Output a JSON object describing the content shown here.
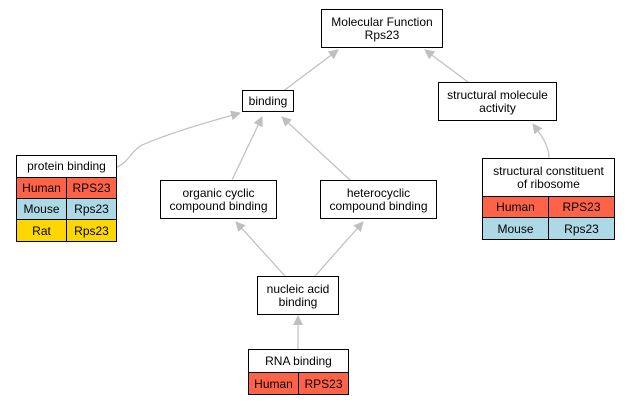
{
  "nodes": {
    "molecular_function": {
      "line1": "Molecular Function",
      "line2": "Rps23"
    },
    "binding": {
      "label": "binding"
    },
    "structural_molecule_activity": {
      "line1": "structural molecule",
      "line2": "activity"
    },
    "protein_binding": {
      "label": "protein binding"
    },
    "organic_cyclic": {
      "line1": "organic cyclic",
      "line2": "compound binding"
    },
    "heterocyclic": {
      "line1": "heterocyclic",
      "line2": "compound binding"
    },
    "structural_constituent": {
      "line1": "structural constituent",
      "line2": "of ribosome"
    },
    "nucleic_acid": {
      "line1": "nucleic acid",
      "line2": "binding"
    },
    "rna_binding": {
      "label": "RNA binding"
    }
  },
  "annotations": {
    "protein_binding": [
      {
        "species": "Human",
        "gene": "RPS23"
      },
      {
        "species": "Mouse",
        "gene": "Rps23"
      },
      {
        "species": "Rat",
        "gene": "Rps23"
      }
    ],
    "structural_constituent": [
      {
        "species": "Human",
        "gene": "RPS23"
      },
      {
        "species": "Mouse",
        "gene": "Rps23"
      }
    ],
    "rna_binding": [
      {
        "species": "Human",
        "gene": "RPS23"
      }
    ]
  },
  "colors": {
    "human": "#ff6347",
    "mouse": "#add8e6",
    "rat": "#ffd700",
    "edge": "#bfbfbf",
    "node_border": "#000000"
  }
}
